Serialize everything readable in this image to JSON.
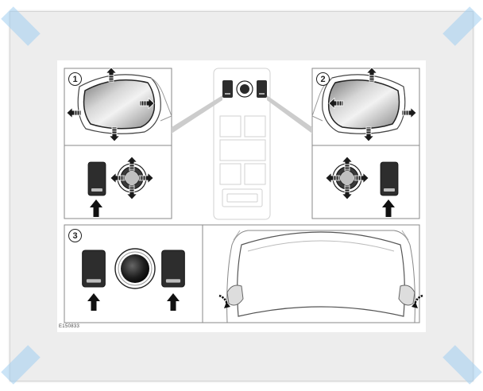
{
  "diagram": {
    "step_labels": [
      "1",
      "2",
      "3"
    ],
    "reference_code": "E150833"
  },
  "icons": [
    "move-up-arrow-icon",
    "move-down-arrow-icon",
    "move-left-arrow-icon",
    "move-right-arrow-icon",
    "press-arrow-icon",
    "fold-arrow-icon"
  ],
  "colors": {
    "panel_border": "#8a8a8a",
    "switch_dark": "#2d2d2d",
    "mirror_glass": "#9a9a9a",
    "frame_bg": "#ededed",
    "tape": "#a0cdf0"
  }
}
